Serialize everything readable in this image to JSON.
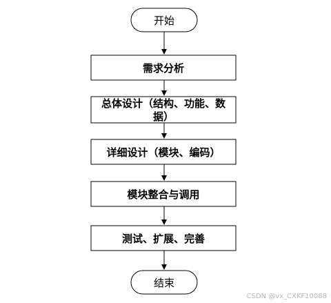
{
  "flowchart": {
    "start": "开始",
    "steps": [
      "需求分析",
      "总体设计（结构、功能、数",
      "据）",
      "详细设计（模块、编码）",
      "模块整合与调用",
      "测试、扩展、完善"
    ],
    "end": "结束"
  },
  "watermark": "CSDN @vx_CXKF10088",
  "colors": {
    "stroke": "#000000",
    "fill": "#ffffff"
  }
}
